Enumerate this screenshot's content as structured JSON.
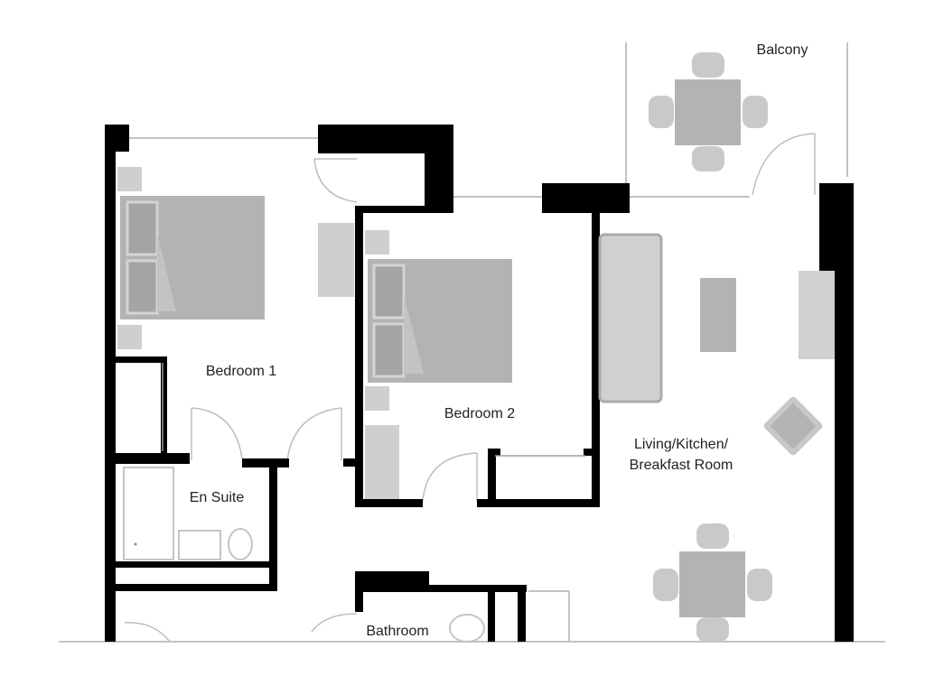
{
  "rooms": {
    "balcony": "Balcony",
    "bedroom1": "Bedroom 1",
    "bedroom2": "Bedroom 2",
    "living_line1": "Living/Kitchen/",
    "living_line2": "Breakfast Room",
    "en_suite": "En Suite",
    "bathroom": "Bathroom"
  },
  "colors": {
    "wall": "#000000",
    "furniture": "#b3b3b3",
    "furniture_light": "#d4d4d4",
    "thin_line": "#bdbdbd",
    "background": "#ffffff"
  }
}
